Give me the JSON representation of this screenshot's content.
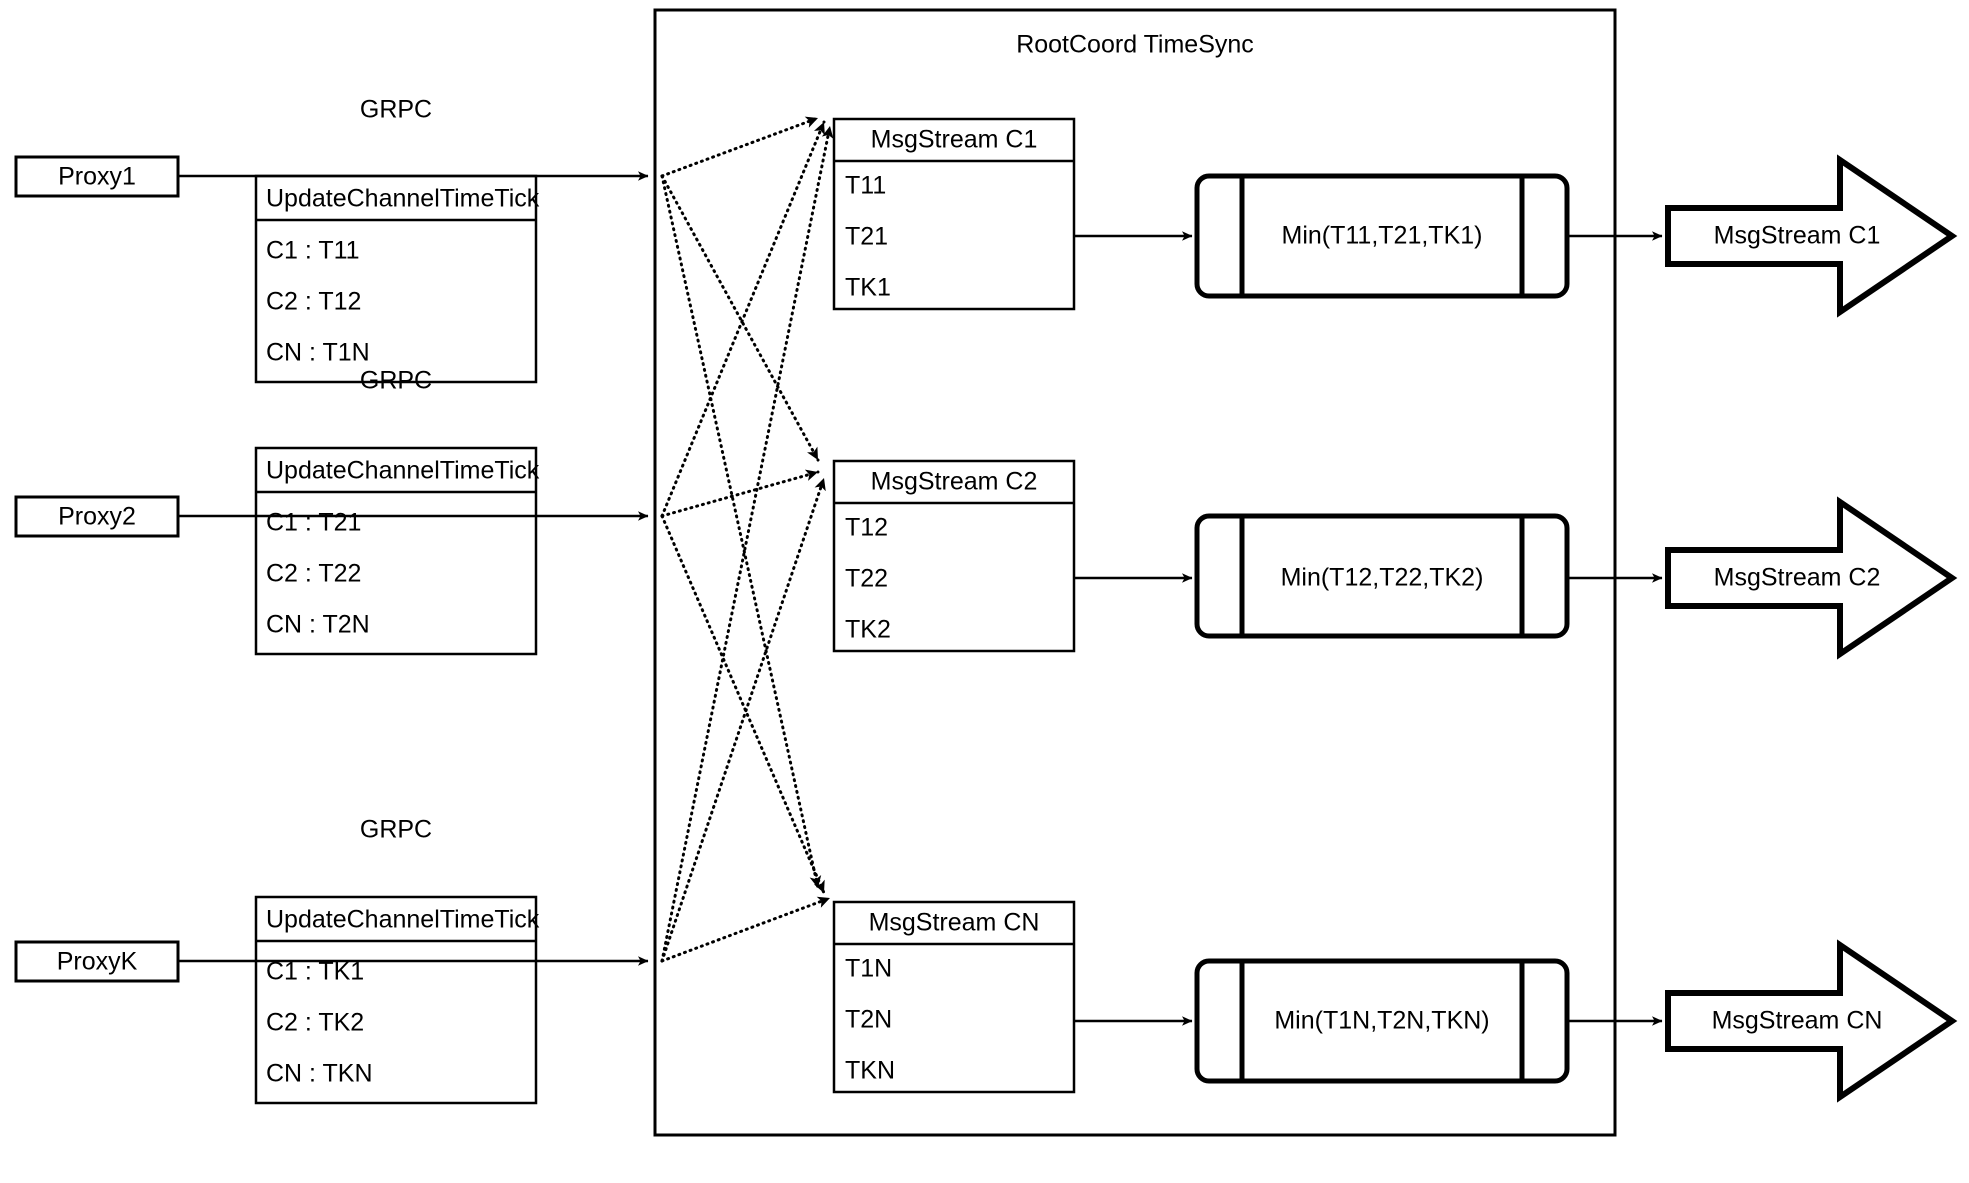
{
  "diagram": {
    "title": "RootCoord TimeSync",
    "proxies": [
      {
        "name": "Proxy1",
        "link_label": "GRPC",
        "request": {
          "header": "UpdateChannelTimeTick",
          "rows": [
            "C1 :  T11",
            "C2 :  T12",
            "CN : T1N"
          ]
        }
      },
      {
        "name": "Proxy2",
        "link_label": "GRPC",
        "request": {
          "header": "UpdateChannelTimeTick",
          "rows": [
            "C1 :  T21",
            "C2 :  T22",
            "CN : T2N"
          ]
        }
      },
      {
        "name": "ProxyK",
        "link_label": "GRPC",
        "request": {
          "header": "UpdateChannelTimeTick",
          "rows": [
            "C1 :  TK1",
            "C2 :  TK2",
            "CN : TKN"
          ]
        }
      }
    ],
    "channels": [
      {
        "stream": {
          "header": "MsgStream C1",
          "rows": [
            "T11",
            "T21",
            "TK1"
          ]
        },
        "process": "Min(T11,T21,TK1)",
        "output": "MsgStream C1"
      },
      {
        "stream": {
          "header": "MsgStream C2",
          "rows": [
            "T12",
            "T22",
            "TK2"
          ]
        },
        "process": "Min(T12,T22,TK2)",
        "output": "MsgStream C2"
      },
      {
        "stream": {
          "header": "MsgStream CN",
          "rows": [
            "T1N",
            "T2N",
            "TKN"
          ]
        },
        "process": "Min(T1N,T2N,TKN)",
        "output": "MsgStream CN"
      }
    ],
    "colors": {
      "stroke": "#000000",
      "fill": "#ffffff"
    }
  }
}
